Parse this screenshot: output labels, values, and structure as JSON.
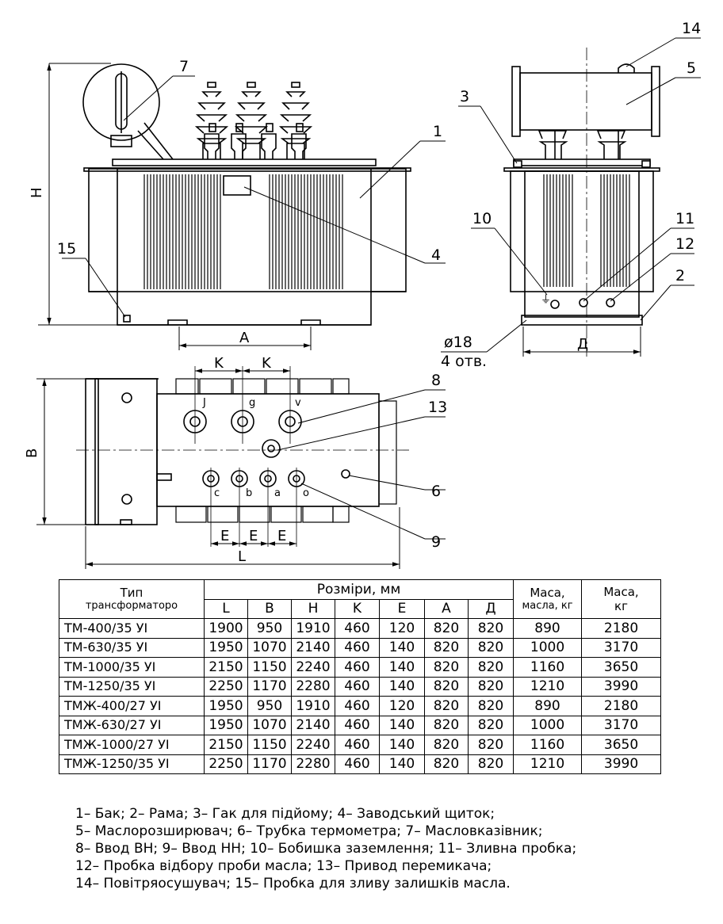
{
  "callouts": {
    "c1": "1",
    "c2": "2",
    "c3": "3",
    "c4": "4",
    "c5": "5",
    "c6": "6",
    "c7": "7",
    "c8": "8",
    "c9": "9",
    "c10": "10",
    "c11": "11",
    "c12": "12",
    "c13": "13",
    "c14": "14",
    "c15": "15"
  },
  "dimensions": {
    "H": "H",
    "A": "A",
    "D": "Д",
    "K": "K",
    "E": "E",
    "B": "B",
    "L": "L",
    "hole_dia": "ø18",
    "hole_count": "4 отв."
  },
  "terminals": {
    "hv": [
      "J",
      "g",
      "v"
    ],
    "lv": [
      "c",
      "b",
      "a",
      "o"
    ]
  },
  "table": {
    "type_header_1": "Тип",
    "type_header_2": "трансформаторо",
    "dims_header": "Розміри, мм",
    "dim_cols": [
      "L",
      "B",
      "H",
      "K",
      "E",
      "A",
      "Д"
    ],
    "oil_mass_1": "Маса,",
    "oil_mass_2": "масла, кг",
    "mass_1": "Маса,",
    "mass_2": "кг",
    "rows": [
      {
        "type": "ТМ-400/35 УІ",
        "values": [
          "1900",
          "950",
          "1910",
          "460",
          "120",
          "820",
          "820",
          "890",
          "2180"
        ]
      },
      {
        "type": "ТМ-630/35 УІ",
        "values": [
          "1950",
          "1070",
          "2140",
          "460",
          "140",
          "820",
          "820",
          "1000",
          "3170"
        ]
      },
      {
        "type": "ТМ-1000/35 УІ",
        "values": [
          "2150",
          "1150",
          "2240",
          "460",
          "140",
          "820",
          "820",
          "1160",
          "3650"
        ]
      },
      {
        "type": "ТМ-1250/35 УІ",
        "values": [
          "2250",
          "1170",
          "2280",
          "460",
          "140",
          "820",
          "820",
          "1210",
          "3990"
        ]
      },
      {
        "type": "ТМЖ-400/27 УІ",
        "values": [
          "1950",
          "950",
          "1910",
          "460",
          "120",
          "820",
          "820",
          "890",
          "2180"
        ]
      },
      {
        "type": "ТМЖ-630/27 УІ",
        "values": [
          "1950",
          "1070",
          "2140",
          "460",
          "140",
          "820",
          "820",
          "1000",
          "3170"
        ]
      },
      {
        "type": "ТМЖ-1000/27 УІ",
        "values": [
          "2150",
          "1150",
          "2240",
          "460",
          "140",
          "820",
          "820",
          "1160",
          "3650"
        ]
      },
      {
        "type": "ТМЖ-1250/35 УІ",
        "values": [
          "2250",
          "1170",
          "2280",
          "460",
          "140",
          "820",
          "820",
          "1210",
          "3990"
        ]
      }
    ]
  },
  "legend": [
    "1– Бак; 2– Рама; 3– Гак для підйому; 4– Заводський щиток;",
    "5– Маслорозширювач; 6– Трубка термометра; 7– Масловказівник;",
    "8– Ввод ВН; 9– Ввод НН; 10– Бобишка заземлення; 11– Зливна пробка;",
    "12– Пробка відбору проби масла; 13– Привод перемикача;",
    "14– Повітряосушувач; 15– Пробка для зливу залишків масла."
  ]
}
